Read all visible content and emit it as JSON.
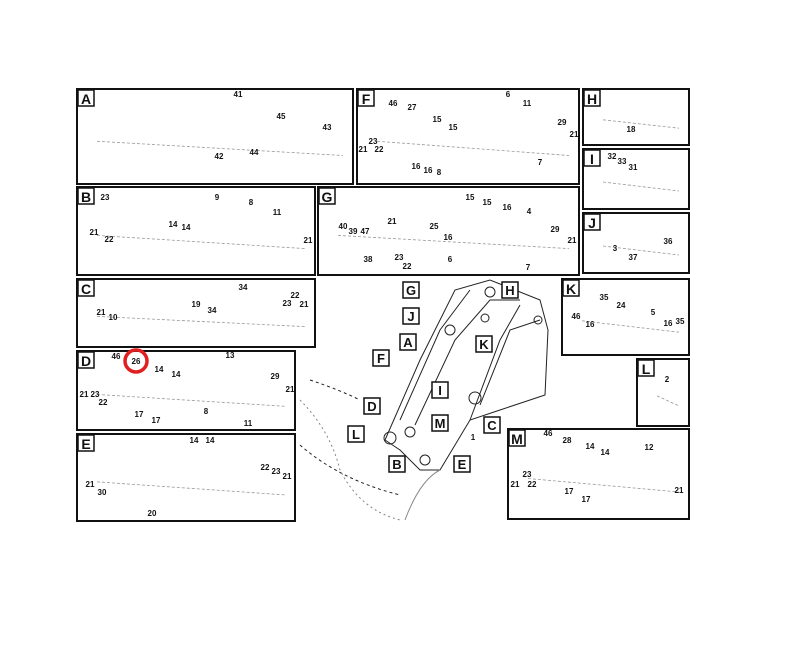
{
  "highlight": {
    "label": "26",
    "color": "#e02020"
  },
  "main_part_label": "1",
  "panels": [
    {
      "id": "A",
      "callouts": [
        "41",
        "45",
        "43",
        "42",
        "44"
      ]
    },
    {
      "id": "F",
      "callouts": [
        "46",
        "27",
        "15",
        "15",
        "6",
        "11",
        "29",
        "21",
        "21",
        "23",
        "22",
        "16",
        "16",
        "8",
        "7"
      ]
    },
    {
      "id": "H",
      "callouts": [
        "18"
      ]
    },
    {
      "id": "I",
      "callouts": [
        "32",
        "33",
        "31"
      ]
    },
    {
      "id": "J",
      "callouts": [
        "3",
        "37",
        "36"
      ]
    },
    {
      "id": "B",
      "callouts": [
        "23",
        "9",
        "8",
        "11",
        "14",
        "14",
        "21",
        "22",
        "21"
      ]
    },
    {
      "id": "G",
      "callouts": [
        "40",
        "39",
        "47",
        "21",
        "25",
        "15",
        "15",
        "16",
        "16",
        "4",
        "29",
        "21",
        "23",
        "22",
        "38",
        "6",
        "7"
      ]
    },
    {
      "id": "C",
      "callouts": [
        "34",
        "22",
        "23",
        "21",
        "21",
        "10",
        "19",
        "34"
      ]
    },
    {
      "id": "K",
      "callouts": [
        "35",
        "24",
        "46",
        "16",
        "5",
        "16",
        "35"
      ]
    },
    {
      "id": "D",
      "callouts": [
        "46",
        "26",
        "14",
        "14",
        "13",
        "21",
        "23",
        "22",
        "17",
        "17",
        "8",
        "29",
        "21",
        "11"
      ]
    },
    {
      "id": "L",
      "callouts": [
        "2"
      ]
    },
    {
      "id": "E",
      "callouts": [
        "14",
        "14",
        "21",
        "30",
        "22",
        "23",
        "21",
        "20"
      ]
    },
    {
      "id": "M",
      "callouts": [
        "46",
        "28",
        "14",
        "14",
        "12",
        "21",
        "23",
        "22",
        "17",
        "17",
        "21"
      ]
    }
  ],
  "overview_markers": [
    "G",
    "H",
    "J",
    "A",
    "K",
    "F",
    "I",
    "D",
    "M",
    "C",
    "L",
    "B",
    "E"
  ]
}
